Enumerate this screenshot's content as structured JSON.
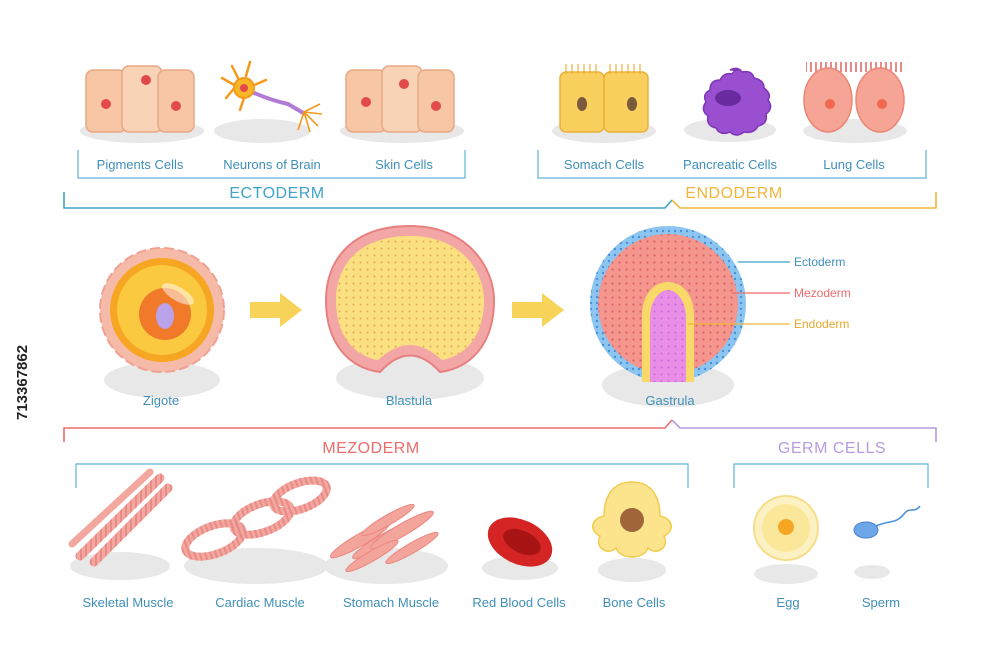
{
  "colors": {
    "ectoderm": "#3fa3c8",
    "endoderm": "#f2b53a",
    "mezoderm": "#ec6b6b",
    "germ_cells": "#b79be0",
    "label": "#3f8fb8",
    "shadow": "#e8e8e8"
  },
  "groups": {
    "ectoderm": "ECTODERM",
    "endoderm": "ENDODERM",
    "mezoderm": "MEZODERM",
    "germ_cells": "GERM CELLS"
  },
  "top_cells": {
    "pigments": "Pigments Cells",
    "neurons": "Neurons of Brain",
    "skin": "Skin Cells",
    "stomach": "Somach Cells",
    "pancreatic": "Pancreatic Cells",
    "lung": "Lung Cells"
  },
  "stages": {
    "zygote": "Zigote",
    "blastula": "Blastula",
    "gastrula": "Gastrula"
  },
  "layers": {
    "ectoderm": "Ectoderm",
    "mezoderm": "Mezoderm",
    "endoderm": "Endoderm"
  },
  "bottom_cells": {
    "skeletal": "Skeletal Muscle",
    "cardiac": "Cardiac Muscle",
    "stomach_muscle": "Stomach Muscle",
    "red_blood": "Red Blood Cells",
    "bone": "Bone Cells",
    "egg": "Egg",
    "sperm": "Sperm"
  },
  "stock_id": "713367862"
}
